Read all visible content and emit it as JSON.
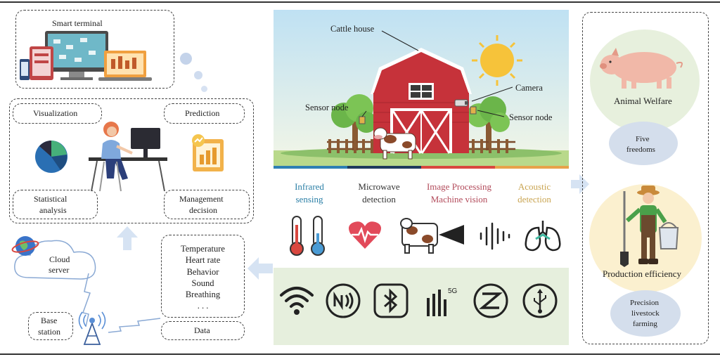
{
  "left": {
    "smart_terminal": "Smart terminal",
    "visualization": "Visualization",
    "prediction": "Prediction",
    "statistical_analysis_1": "Statistical",
    "statistical_analysis_2": "analysis",
    "management_decision_1": "Management",
    "management_decision_2": "decision",
    "cloud_server_1": "Cloud",
    "cloud_server_2": "server",
    "base_station_1": "Base",
    "base_station_2": "station",
    "data_items": [
      "Temperature",
      "Heart rate",
      "Behavior",
      "Sound",
      "Breathing",
      ". . ."
    ],
    "data_label": "Data"
  },
  "center": {
    "cattle_house": "Cattle house",
    "camera": "Camera",
    "sensor_node_left": "Sensor node",
    "sensor_node_right": "Sensor node",
    "techniques": [
      {
        "line1": "Infrared",
        "line2": "sensing",
        "color": "#2b7fa6"
      },
      {
        "line1": "Microwave",
        "line2": "detection",
        "color": "#333333"
      },
      {
        "line1": "Image Processing",
        "line2": "Machine vision",
        "color": "#b24a5a"
      },
      {
        "line1": "Acoustic",
        "line2": "detection",
        "color": "#c9a451"
      }
    ],
    "stripe_colors": [
      "#2e7fb3",
      "#1f3a5c",
      "#d9473f",
      "#e7a24a"
    ],
    "connectivity": [
      "wifi-icon",
      "nfc-icon",
      "bluetooth-icon",
      "5g-icon",
      "zigbee-icon",
      "usb-icon"
    ],
    "five_g": "5G"
  },
  "right": {
    "animal_welfare": "Animal Welfare",
    "five_freedoms_1": "Five",
    "five_freedoms_2": "freedoms",
    "production_efficiency": "Production efficiency",
    "precision_1": "Precision",
    "precision_2": "livestock",
    "precision_3": "farming"
  }
}
